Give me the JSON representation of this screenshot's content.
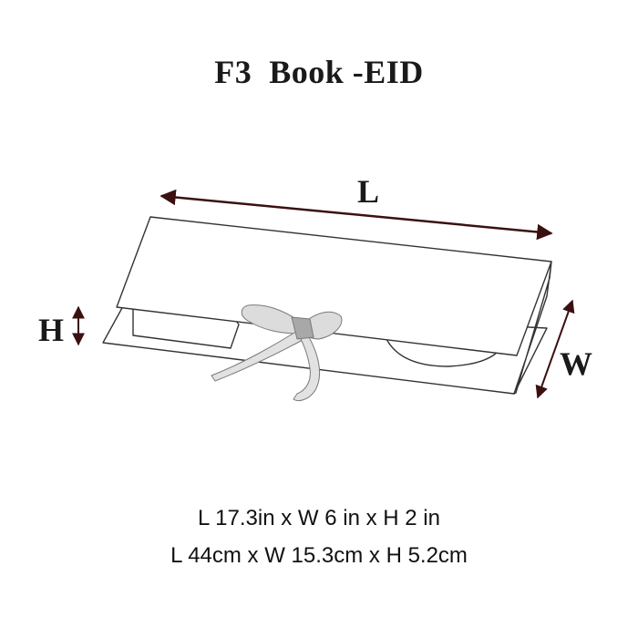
{
  "title": "F3  Book -EID",
  "dimension_labels": {
    "length": "L",
    "height": "H",
    "width": "W"
  },
  "specs": {
    "imperial": "L 17.3in x W 6 in x H 2 in",
    "metric": "L 44cm x W 15.3cm x H 5.2cm"
  },
  "colors": {
    "outline": "#333333",
    "arrow": "#3a1010",
    "ribbon": "#d9d9d9",
    "ribbon_knot": "#a8a8a8"
  }
}
